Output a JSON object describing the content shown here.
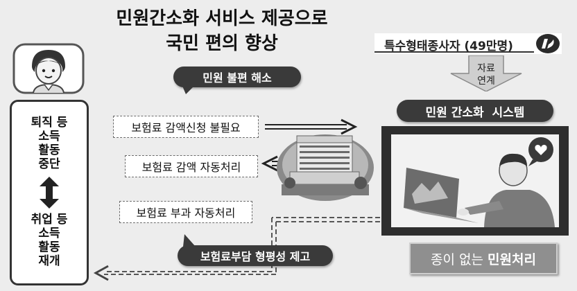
{
  "title": {
    "line1": "민원간소화 서비스 제공으로",
    "line2": "국민 편의 향상"
  },
  "workers": {
    "label": "특수형태종사자 (49만명)",
    "logo_icon": "comwel-logo-icon"
  },
  "data_link": {
    "line1": "자료",
    "line2": "연계"
  },
  "pills": {
    "complaint_relief": "민원 불편 해소",
    "simplification_system": "민원 간소화  시스템",
    "equity": "보험료부담 형평성 제고"
  },
  "boxes": {
    "no_reduction_application": "보험료 감액신청 불필요",
    "auto_reduction": "보험료 감액 자동처리",
    "auto_levy": "보험료 부과 자동처리"
  },
  "left_panel": {
    "suspend": "퇴직 등\n소득\n활동\n중단",
    "resume": "취업 등\n소득\n활동\n재개"
  },
  "paperless": {
    "prefix": "종이 없는",
    "bold": "민원처리"
  },
  "colors": {
    "background": "#ededed",
    "pill": "#3a3a3a",
    "accent_gray": "#8f8f8f"
  }
}
